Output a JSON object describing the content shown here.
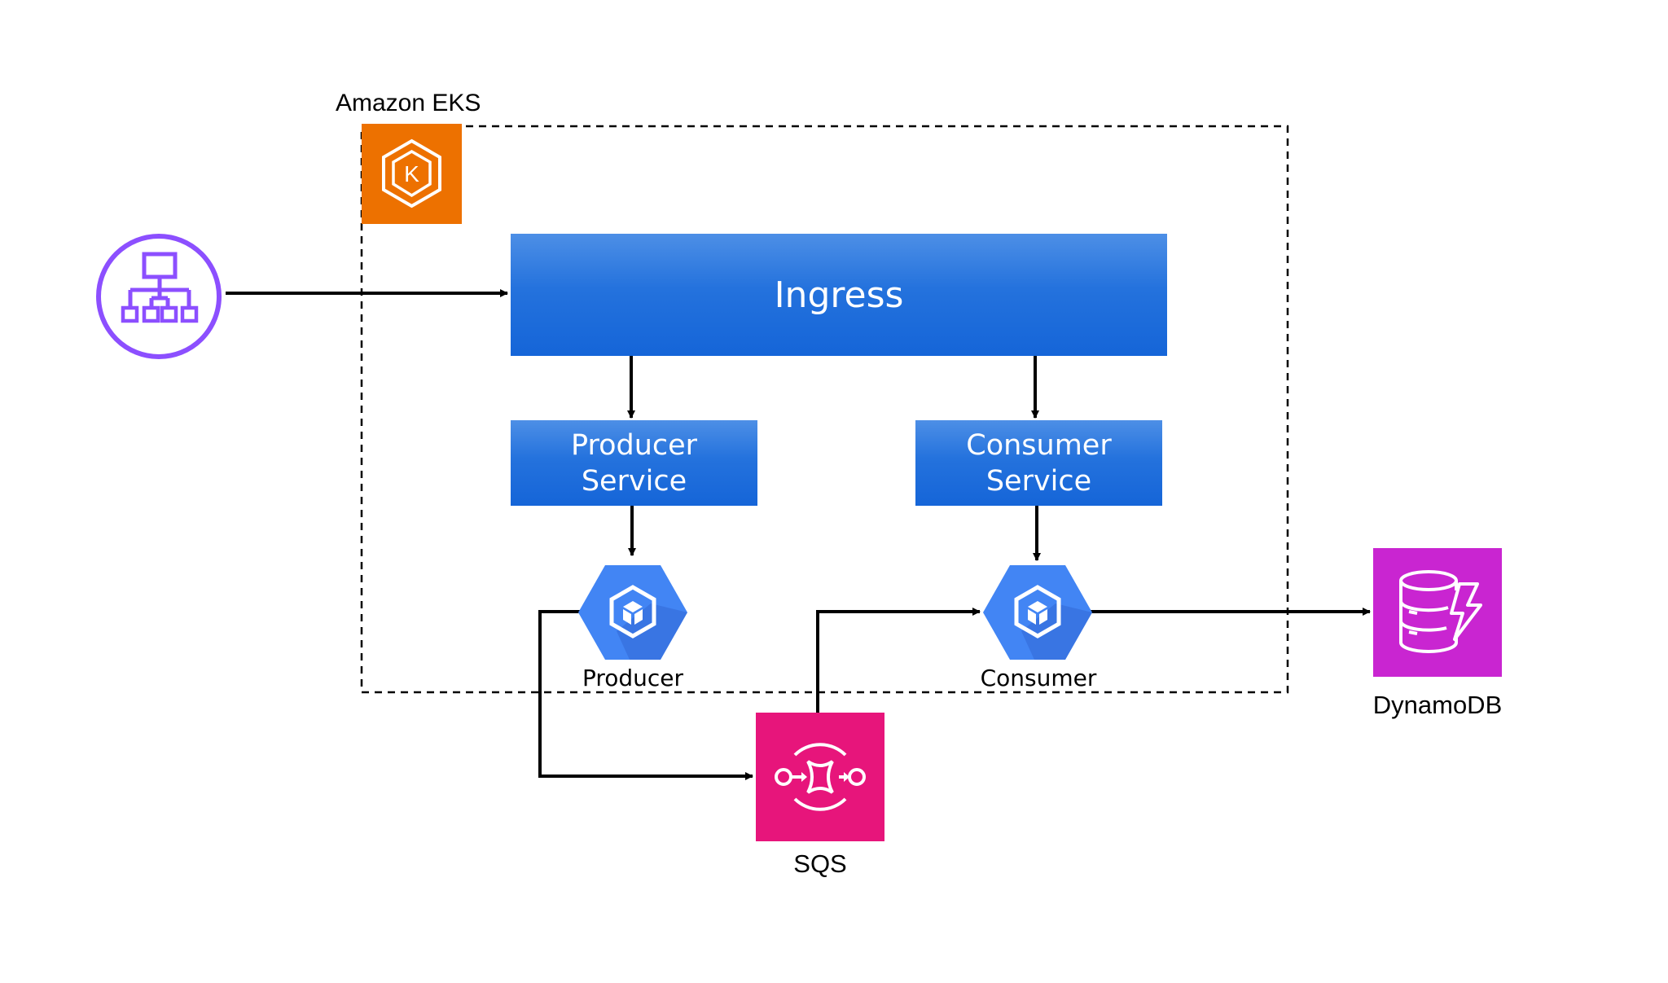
{
  "eks": {
    "title": "Amazon EKS"
  },
  "ingress": {
    "label": "Ingress"
  },
  "producer_service": {
    "line1": "Producer",
    "line2": "Service"
  },
  "consumer_service": {
    "line1": "Consumer",
    "line2": "Service"
  },
  "pods": {
    "producer": "Producer",
    "consumer": "Consumer"
  },
  "sqs": {
    "label": "SQS"
  },
  "dynamodb": {
    "label": "DynamoDB"
  },
  "icons": {
    "load_balancer": "application-load-balancer-icon",
    "eks": "eks-icon",
    "pod": "kubernetes-pod-icon",
    "sqs": "sqs-icon",
    "dynamodb": "dynamodb-icon"
  },
  "colors": {
    "eks_orange": "#ED7100",
    "ingress_blue": "#1565D8",
    "pod_blue": "#4285F4",
    "sqs_pink": "#E7157B",
    "dynamodb_purple": "#C925D1",
    "alb_purple": "#8C4FFF"
  }
}
